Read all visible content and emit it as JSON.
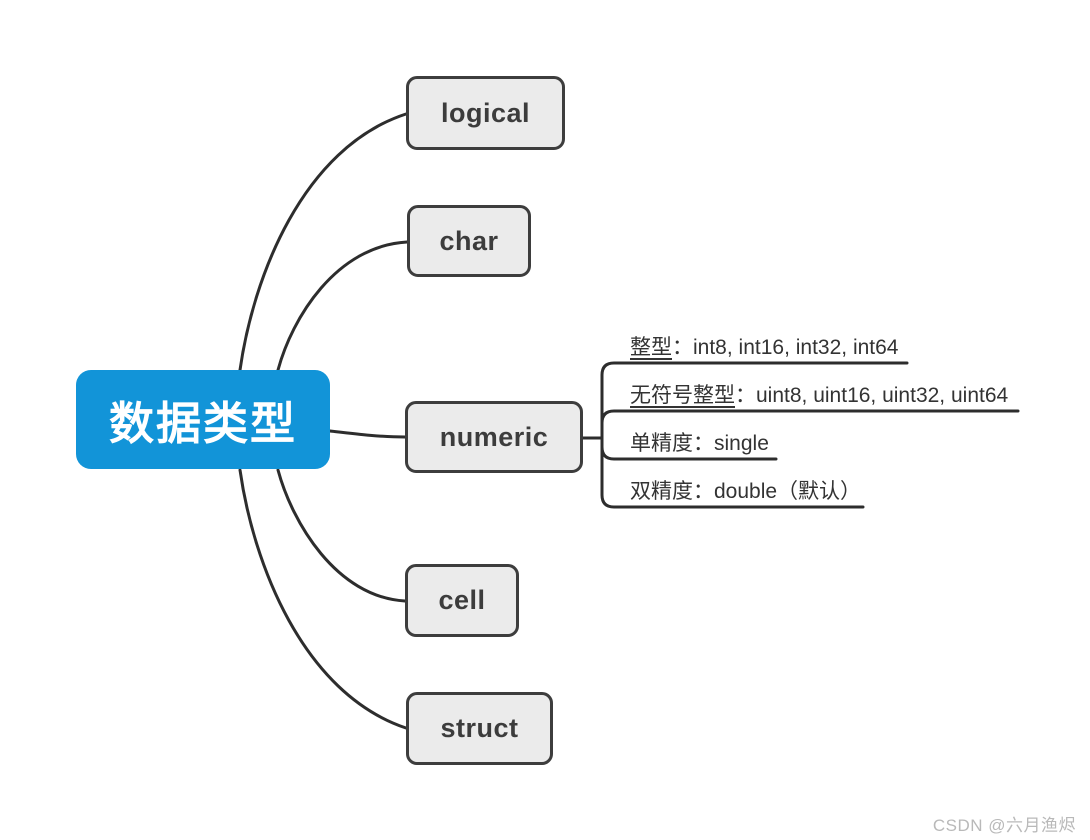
{
  "root": {
    "label": "数据类型"
  },
  "branches": [
    {
      "label": "logical"
    },
    {
      "label": "char"
    },
    {
      "label": "numeric"
    },
    {
      "label": "cell"
    },
    {
      "label": "struct"
    }
  ],
  "numeric_children": [
    {
      "term": "整型",
      "rest": "：int8, int16, int32, int64"
    },
    {
      "term": "无符号整型",
      "rest": "：uint8, uint16, uint32, uint64"
    },
    {
      "term": "单精度",
      "rest": "：single"
    },
    {
      "term": "双精度",
      "rest": "：double（默认）"
    }
  ],
  "watermark": "CSDN @六月渔烬",
  "colors": {
    "root_bg": "#1294d8",
    "root_text": "#ffffff",
    "node_bg": "#ebebeb",
    "node_border": "#3d3d3d",
    "node_text": "#3c3c3c",
    "line": "#2d2d2d",
    "watermark_text": "#b9b9b9"
  }
}
